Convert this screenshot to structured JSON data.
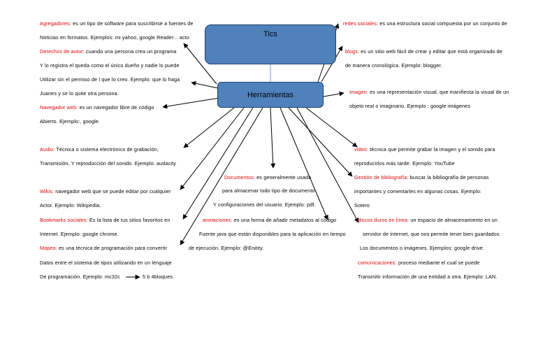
{
  "title_box": "Tics",
  "center_box": "Herramientas",
  "connector": "-------->",
  "left_items": [
    {
      "term": "Agregadores:",
      "lines": [
        "es un tipo de software para suscribirse a fuentes de",
        "Noticias en formatos. Ejemplos: mi yahoo, google Reader... acto"
      ]
    },
    {
      "term": "Derechos de autor:",
      "lines": [
        "cuando una persona crea un programa",
        "Y lo registra el queda como el único dueño y nadie lo puede",
        "Utilizar sin el permiso de l que lo creo. Ejemplo: que lo haga",
        "Juanes y se lo quite otra persona."
      ]
    },
    {
      "term": "Navegador web:",
      "lines": [
        "es un navegador libre de código",
        "Abierto. Ejemplo:, google."
      ]
    },
    {
      "term": "Audio:",
      "lines": [
        "Técnica o sistema electrónico de grabación,",
        "Transmisión, Y reproducción del sonido. Ejemplo: audacity"
      ]
    },
    {
      "term": "Wikis:",
      "lines": [
        "navegador web que se puede editar por cualquier",
        "Actor. Ejemplo: Wikipedia."
      ]
    },
    {
      "term": "Bookmarks sociales:",
      "lines": [
        "Es la lista de tus sitios favoritos en",
        "Internet. Ejemplo: google chrome."
      ]
    },
    {
      "term": "Mapeo:",
      "lines": [
        "es una técnica de programación para convertir",
        "Datos entre el sistema de tipos utilizando en un lenguaje",
        "De programación. Ejemplo: mc32c",
        "5 b 4bloques."
      ]
    }
  ],
  "center_items": [
    {
      "term": "Documentos:",
      "lines": [
        "es generalmente usada",
        "para almacenar todo tipo de documento",
        "Y configuraciones del usuario. Ejemplo: pdf."
      ]
    },
    {
      "term": "anotaciones:",
      "lines": [
        "es una forma de añadir metadatos al código",
        "Fuente java que están disponibles para la aplicación en tiempo",
        "de ejecución. Ejemplo: @Enitity."
      ]
    }
  ],
  "right_items": [
    {
      "term": "redes sociales:",
      "lines": [
        "es una estructura social compuesta por un conjunto de"
      ]
    },
    {
      "term": "blogs:",
      "lines": [
        "es un sitio web fácil de crear y editar que está organizado de",
        "de manera cronológica. Ejemplo: blogger."
      ]
    },
    {
      "term": "Imagen:",
      "lines": [
        "es una representación visual, que manifiesta la visual de un",
        "objeto real o imaginario. Ejemplo : google imágenes"
      ]
    },
    {
      "term": "video:",
      "lines": [
        "técnica que permite grabar la imagen y el sonido para",
        "reproducirlos más tarde. Ejemplo: YouTube"
      ]
    },
    {
      "term": "Gestión de bibliografía:",
      "lines": [
        "buscar la bibliografía de personas",
        "importantes y comentarles en algunas cosas. Ejemplo:",
        "Sotero"
      ]
    },
    {
      "term": "discos duros en línea:",
      "lines": [
        "un espacio de almacenamiento en un",
        "servidor de internet, que nos permite tener bien guardados",
        "Los documentos o imágenes. Ejemplos: google drive."
      ]
    },
    {
      "term": "comunicaciones:",
      "lines": [
        "proceso mediante el cual se puede",
        "Transmitir información de una entidad a otra. Ejemplo: LAN."
      ]
    }
  ]
}
